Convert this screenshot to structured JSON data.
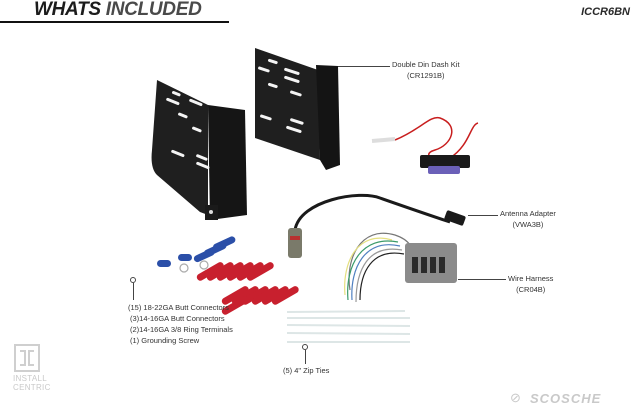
{
  "header": {
    "title_part1": "WHATS",
    "title_part2": "INCLUDED",
    "model": "ICCR6BN"
  },
  "callouts": {
    "dash_kit": {
      "name": "Double Din Dash Kit",
      "part": "(CR1291B)"
    },
    "antenna": {
      "name": "Antenna Adapter",
      "part": "(VWA3B)"
    },
    "harness": {
      "name": "Wire Harness",
      "part": "(CR04B)"
    },
    "connectors": [
      "(15) 18-22GA Butt Connectors",
      "(3)14-16GA Butt Connectors",
      "(2)14-16GA 3/8 Ring Terminals",
      "(1) Grounding Screw"
    ],
    "zip_ties": "(5) 4\" Zip Ties"
  },
  "branding": {
    "left_logo_line1": "INSTALL",
    "left_logo_line2": "CENTRIC",
    "right_logo": "SCOSCHE"
  },
  "colors": {
    "bracket": "#1e1e1e",
    "red_connector": "#c8202e",
    "blue_connector": "#2b4fa8",
    "harness_plug": "#8a8a8a",
    "watermark": "#c9c9c9"
  }
}
